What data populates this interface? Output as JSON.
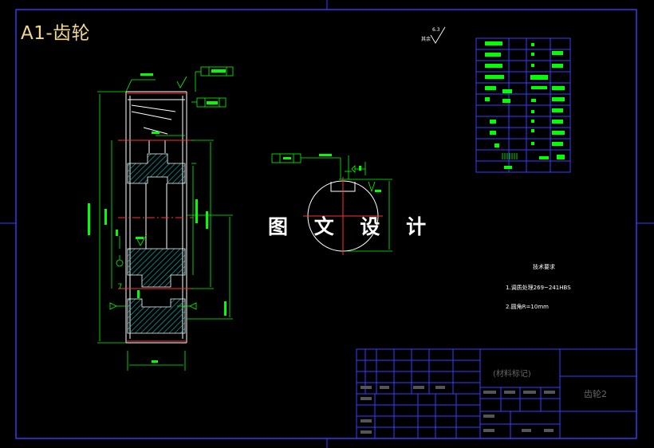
{
  "drawing": {
    "title": "A1-齿轮",
    "watermark": "图 文 设 计",
    "roughness": {
      "value": "6.3",
      "prefix": "其余"
    },
    "tech_requirements": {
      "heading": "技术要求",
      "items": [
        "1.调质处理269~241HBS",
        "2.圆角R=10mm"
      ]
    },
    "title_block": {
      "material": "(材料标记)",
      "drawing_name": "齿轮2"
    },
    "colors": {
      "background": "#000000",
      "frame": "#3c3cff",
      "geometry": "#ffffff",
      "dimension": "#00ff00",
      "hatch": "#00cccc",
      "centerline": "#ff3030",
      "title": "#f0d890"
    }
  }
}
